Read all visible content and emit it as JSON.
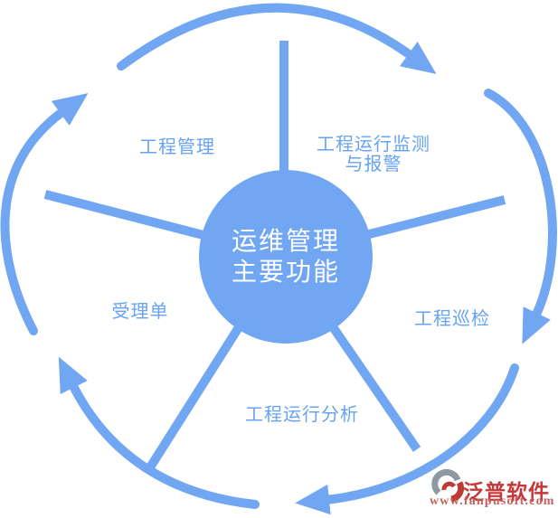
{
  "diagram": {
    "title_circle": {
      "line1": "运维管理",
      "line2": "主要功能"
    },
    "nodes": [
      {
        "label": "工程管理"
      },
      {
        "label": "工程运行监测\n与报警"
      },
      {
        "label": "工程巡检"
      },
      {
        "label": "工程运行分析"
      },
      {
        "label": "受理单"
      }
    ],
    "flow_direction": "clockwise",
    "colors": {
      "primary_blue": "#71A6F2",
      "label_blue": "#66A3F4",
      "center_text": "#FFFFFF"
    }
  },
  "watermark": {
    "brand": "泛普软件",
    "url": "www.fanpusoft.com",
    "colors": {
      "brand_red": "#C5393B",
      "url_red": "#C4625B",
      "logo_gray": "#8D99A3",
      "logo_red": "#BE3A34"
    }
  }
}
